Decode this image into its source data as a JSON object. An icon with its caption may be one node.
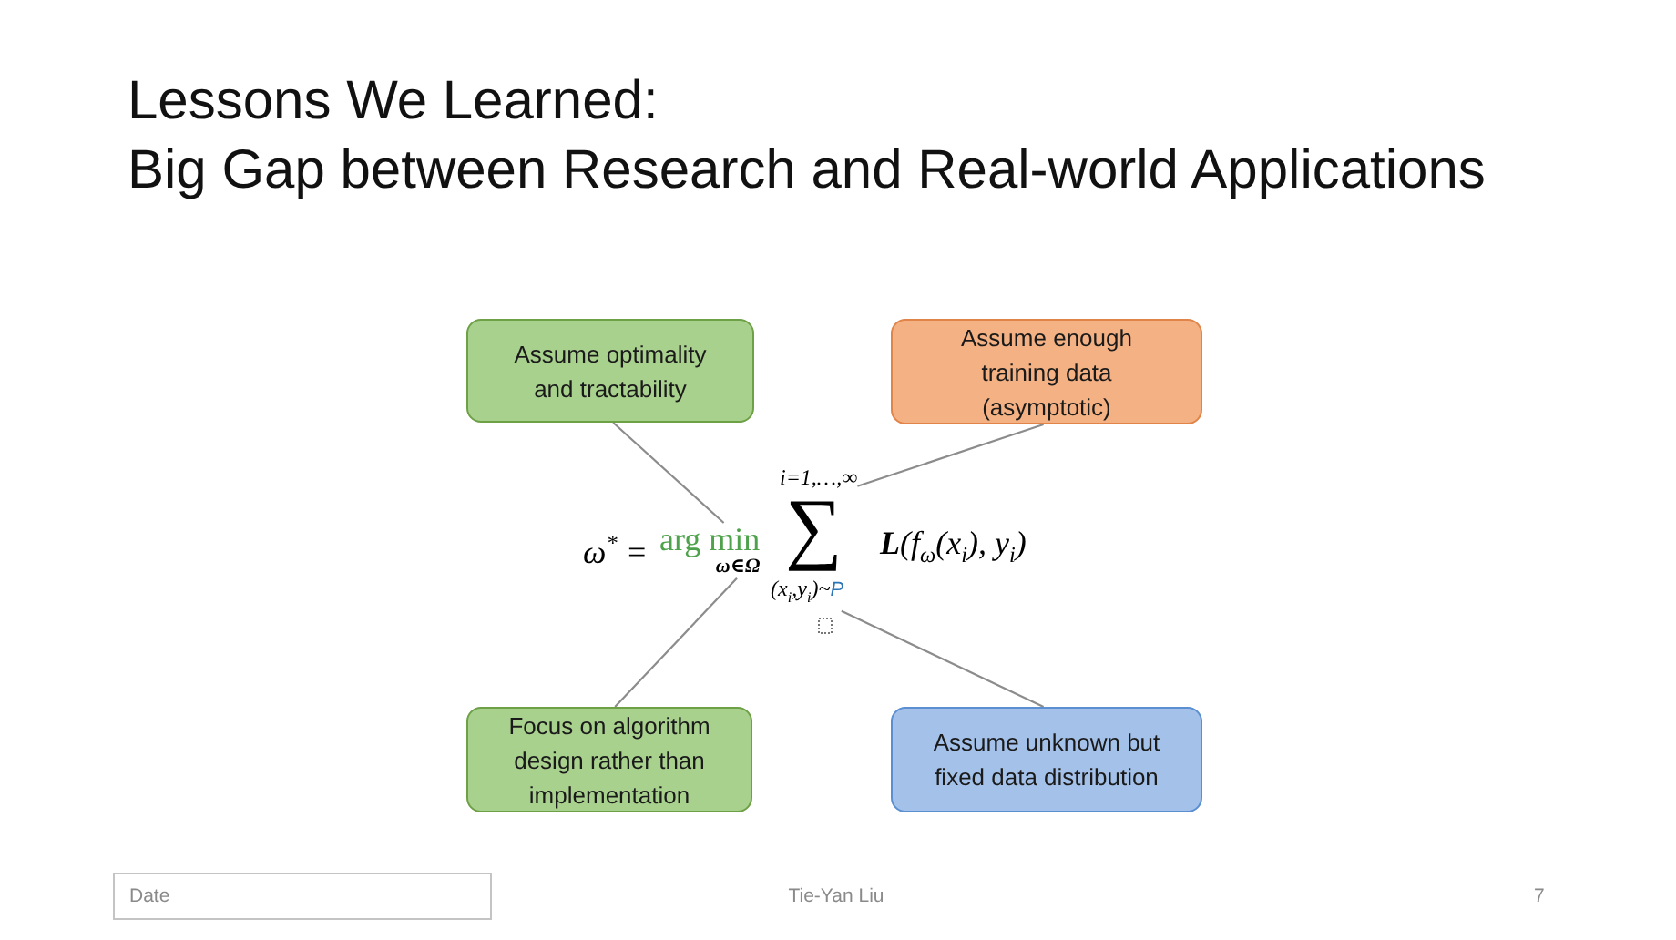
{
  "diagram": {
    "title": "Lessons We Learned: Big Gap between Research and Real-world Applications",
    "nodes": [
      {
        "text": [
          "Assume optimality and tractability"
        ]
      },
      {
        "text": [
          "Assume enough training data (asymptotic)"
        ]
      },
      {
        "text": [
          "arg min",
          "ω∈Ω"
        ]
      },
      {
        "text": [
          "i=1,…,∞"
        ]
      },
      {
        "text": [
          "(x$_{i}$,y$_{i}$)~",
          "P"
        ]
      },
      {
        "text": [
          "Focus on algorithm design rather than implementation"
        ]
      },
      {
        "text": [
          "Assume unknown but fixed data distribution"
        ]
      }
    ],
    "edges": [
      {
        "from": 0,
        "to": 2,
        "arrow": "none"
      },
      {
        "from": 1,
        "to": 3,
        "arrow": "none"
      },
      {
        "from": 5,
        "to": 2,
        "arrow": "none"
      },
      {
        "from": 6,
        "to": 4,
        "arrow": "none"
      }
    ],
    "labels": [
      "ω$^{*}$ =",
      "∑",
      "**L**(f$_{ω}$(x$_{i}$), y$_{i}$)",
      "Date",
      "Tie-Yan Liu",
      "7"
    ]
  }
}
